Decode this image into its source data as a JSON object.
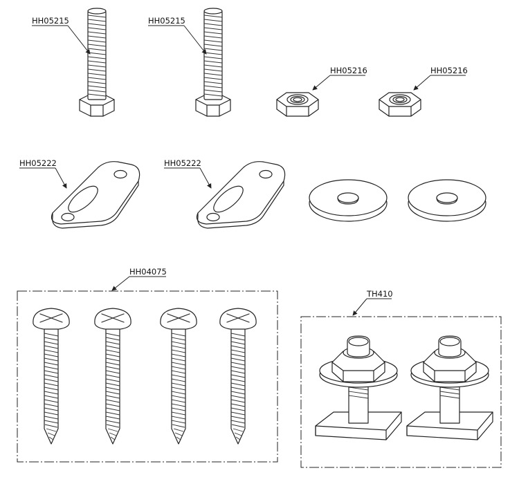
{
  "labels": {
    "hex_bolt": "HH05215",
    "hex_nut": "HH05216",
    "slot_plate": "HH05222",
    "screws": "HH04075",
    "tbolt_kit": "TH410"
  }
}
